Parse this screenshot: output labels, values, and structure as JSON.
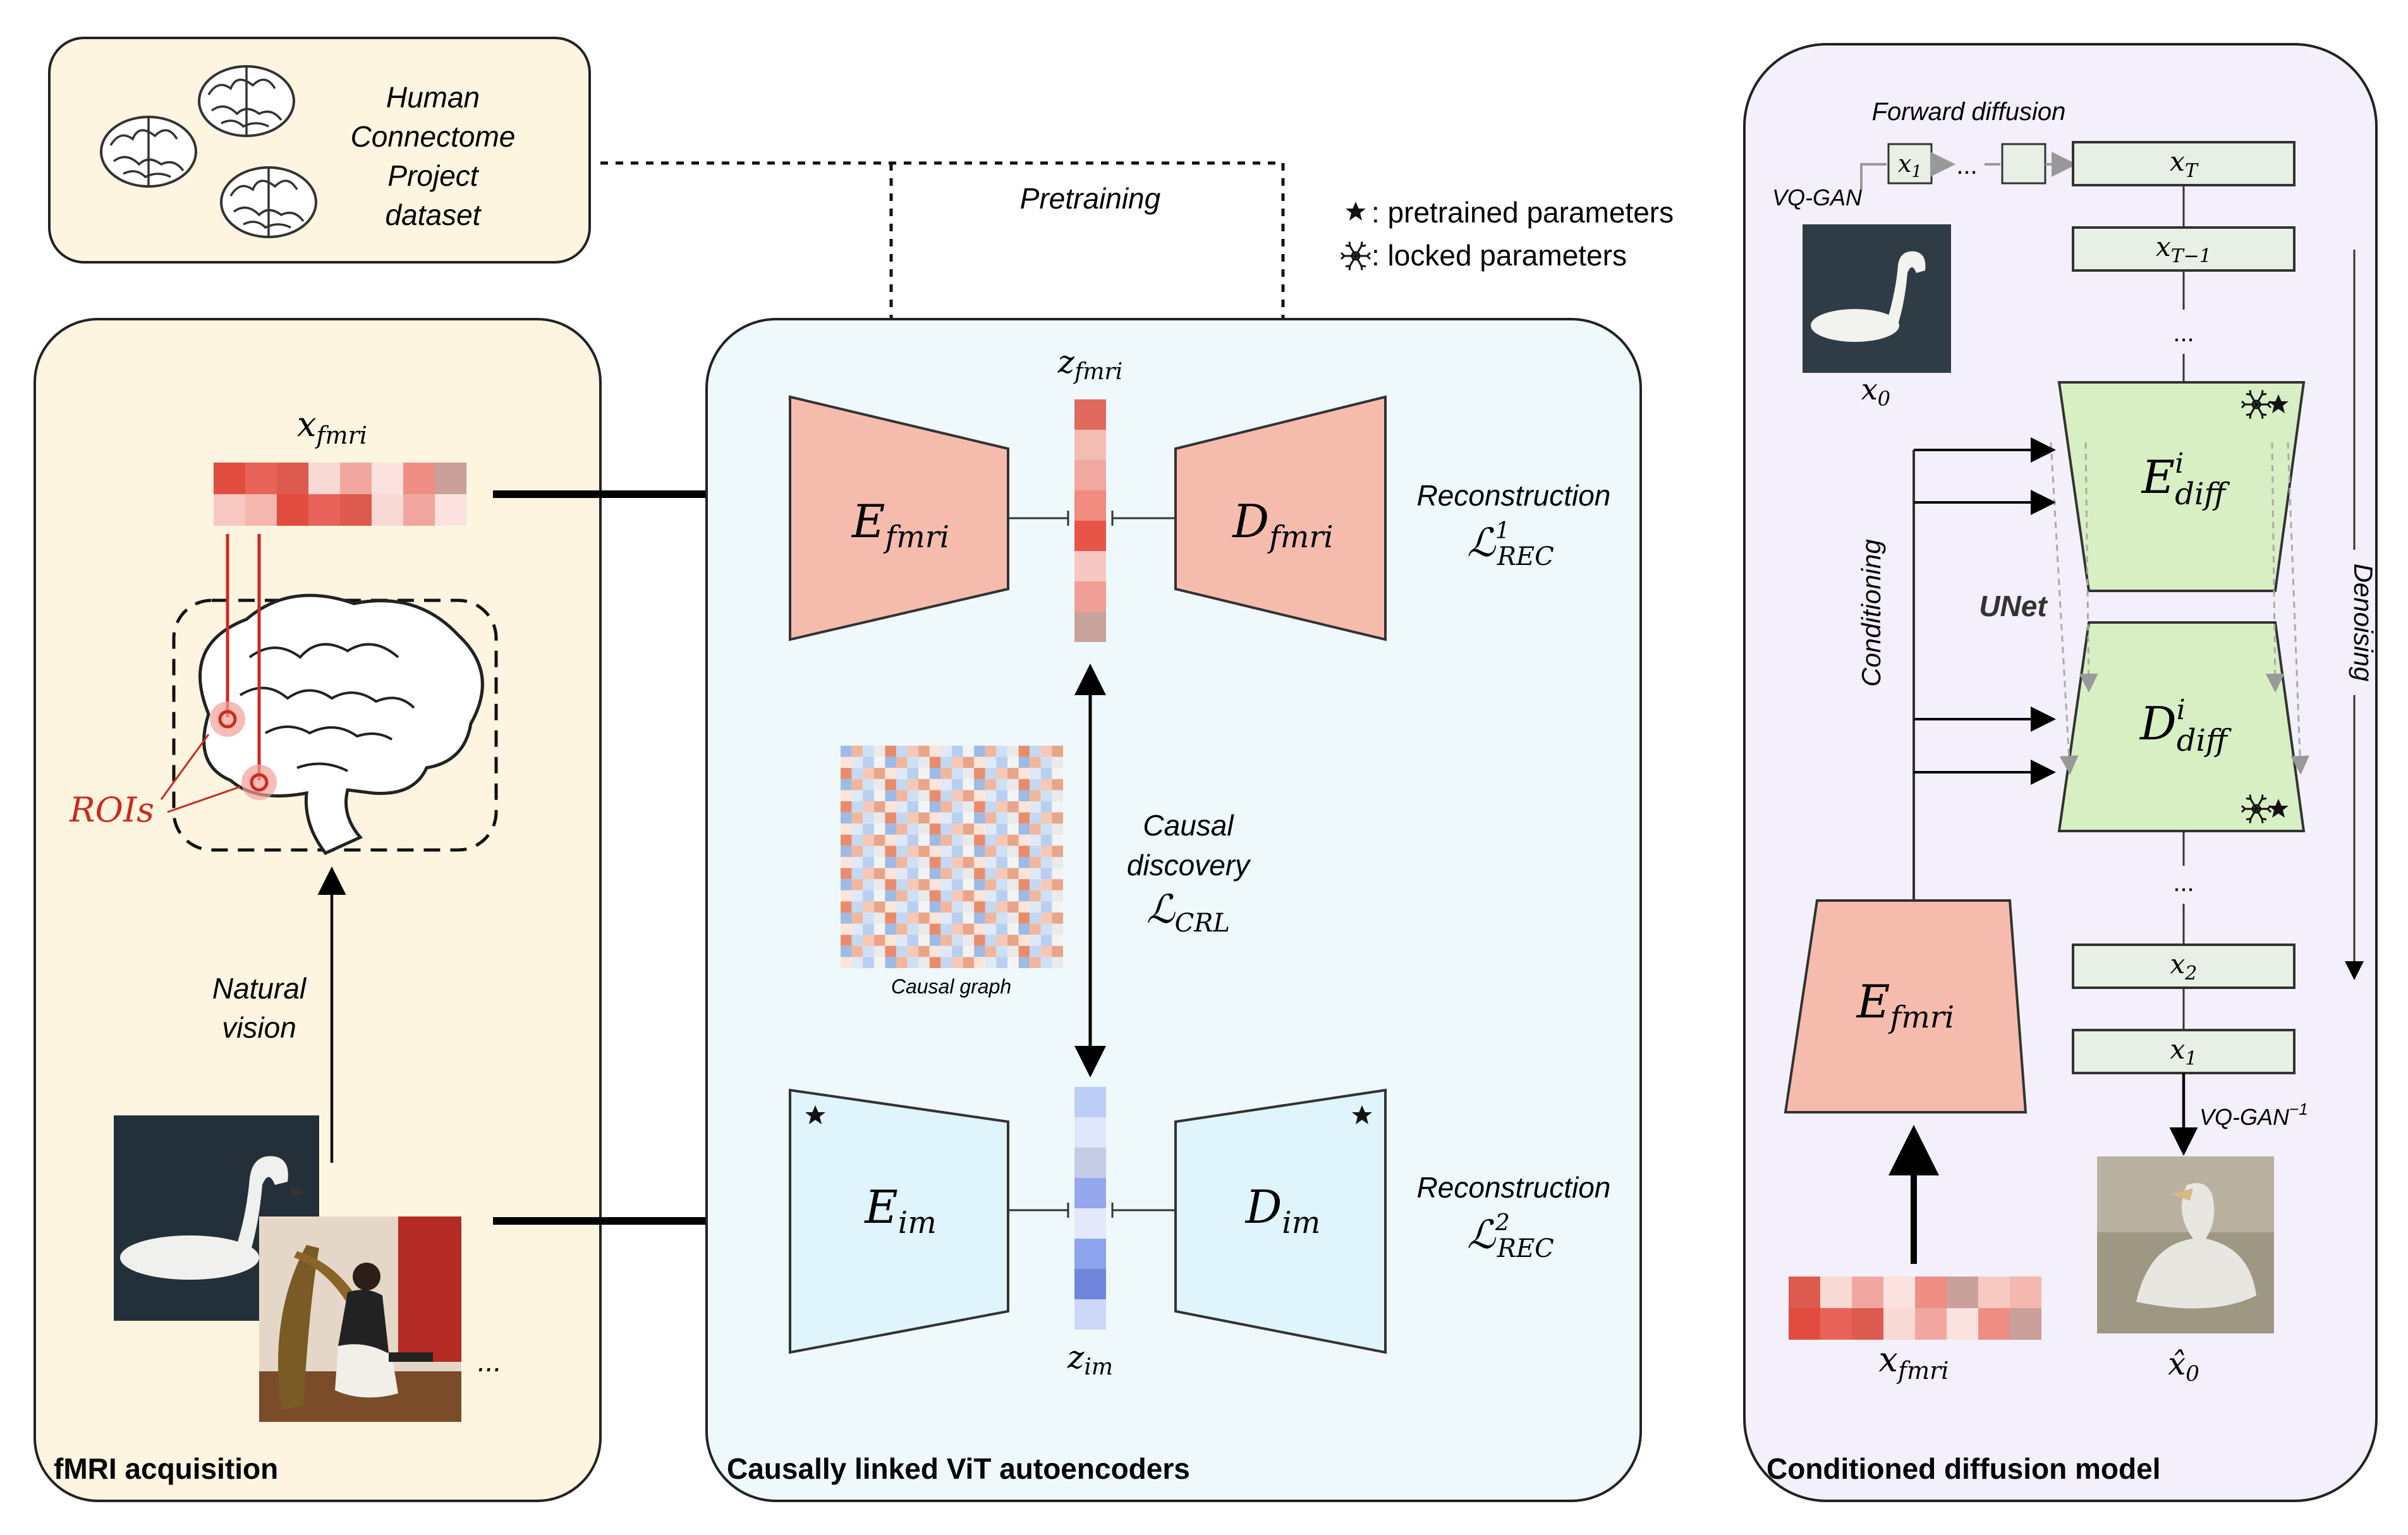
{
  "hcp_panel": {
    "line1": "Human",
    "line2": "Connectome",
    "line3": "Project",
    "line4": "dataset"
  },
  "pretraining_label": "Pretraining",
  "legend": {
    "star_label": ": pretrained parameters",
    "lock_label": ": locked parameters"
  },
  "fmri_panel": {
    "title": "fMRI acquisition",
    "x_fmri_base": "x",
    "x_fmri_sub": "fmri",
    "rois_label": "ROIs",
    "natural_vision_1": "Natural",
    "natural_vision_2": "vision",
    "ellipsis": "..."
  },
  "vit_panel": {
    "title": "Causally linked ViT autoencoders",
    "e_fmri_base": "E",
    "e_fmri_sub": "fmri",
    "d_fmri_base": "D",
    "d_fmri_sub": "fmri",
    "z_fmri_base": "z",
    "z_fmri_sub": "fmri",
    "e_im_base": "E",
    "e_im_sub": "im",
    "d_im_base": "D",
    "d_im_sub": "im",
    "z_im_base": "z",
    "z_im_sub": "im",
    "recon1_label": "Reconstruction",
    "recon1_loss": "ℒ",
    "recon1_sup": "1",
    "recon1_sub": "REC",
    "recon2_label": "Reconstruction",
    "recon2_loss": "ℒ",
    "recon2_sup": "2",
    "recon2_sub": "REC",
    "causal_line1": "Causal",
    "causal_line2": "discovery",
    "causal_loss": "ℒ",
    "causal_loss_sub": "CRL",
    "causal_graph_caption": "Causal graph"
  },
  "diffusion_panel": {
    "title": "Conditioned diffusion model",
    "forward_label": "Forward diffusion",
    "vqgan_label": "VQ-GAN",
    "vqgan_inv_label": "VQ-GAN",
    "vqgan_inv_sup": "−1",
    "x1_small": "x",
    "x1_small_sub": "1",
    "xT": "x",
    "xT_sub": "T",
    "xT1": "x",
    "xT1_sub": "T−1",
    "x2": "x",
    "x2_sub": "2",
    "x1": "x",
    "x1_sub": "1",
    "x0_label": "x",
    "x0_sub": "0",
    "x0hat_label": "x̂",
    "x0hat_sub": "0",
    "ellipsis": "...",
    "e_diff_base": "E",
    "e_diff_sup": "i",
    "e_diff_sub": "diff",
    "d_diff_base": "D",
    "d_diff_sup": "i",
    "d_diff_sub": "diff",
    "unet_label": "UNet",
    "conditioning_label": "Conditioning",
    "denoising_label": "Denoising",
    "e_fmri_base": "E",
    "e_fmri_sub": "fmri",
    "x_fmri_base": "x",
    "x_fmri_sub": "fmri"
  },
  "colors": {
    "salmon": "#f5bcae",
    "green": "#d8efc4",
    "lightblue": "#dff4fb",
    "cream": "#fdf5e0",
    "lavender": "#f3f0fb",
    "red_roi": "#cc2a1f"
  }
}
